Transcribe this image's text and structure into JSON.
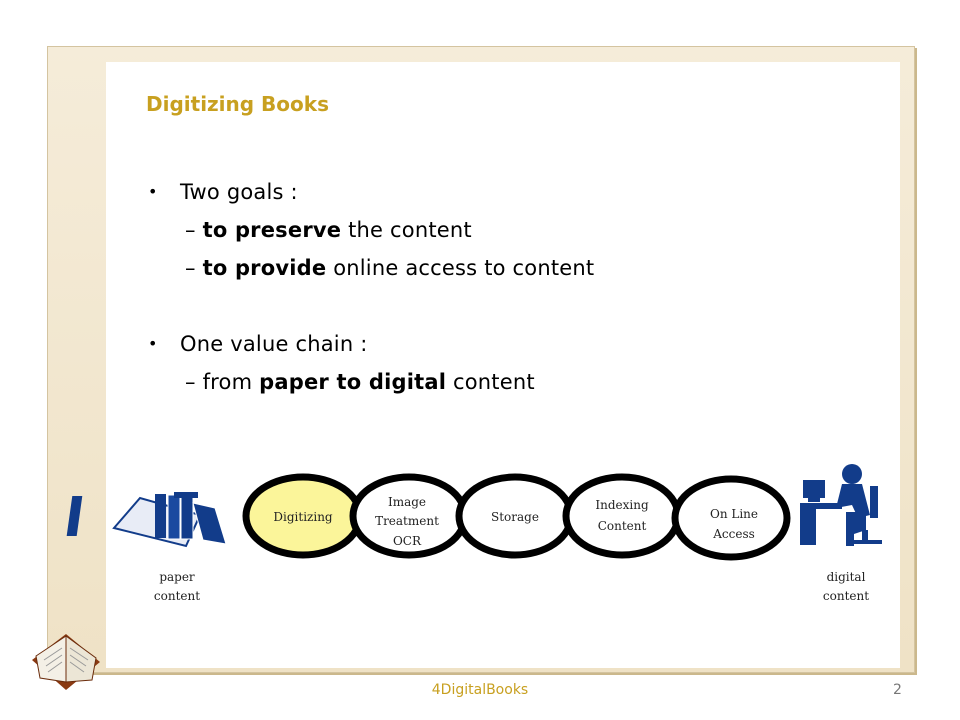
{
  "slide": {
    "title": "Digitizing Books",
    "bullets": [
      {
        "text": "Two goals :",
        "sub": [
          {
            "bold": "to preserve",
            "rest": " the content"
          },
          {
            "bold": "to provide",
            "rest": " online access to content"
          }
        ]
      },
      {
        "text": "One value chain :",
        "sub": [
          {
            "pre": "from ",
            "bold": "paper to digital",
            "rest": " content"
          }
        ]
      }
    ]
  },
  "chain": {
    "start_label": [
      "paper",
      "content"
    ],
    "end_label": [
      "digital",
      "content"
    ],
    "steps": [
      {
        "lines": [
          "Digitizing"
        ],
        "highlight": true
      },
      {
        "lines": [
          "Image",
          "Treatment",
          "OCR"
        ],
        "highlight": false
      },
      {
        "lines": [
          "Storage"
        ],
        "highlight": false
      },
      {
        "lines": [
          "Indexing",
          "Content"
        ],
        "highlight": false
      },
      {
        "lines": [
          "On Line",
          "Access"
        ],
        "highlight": false
      }
    ],
    "highlight_color": "#fbf59a"
  },
  "footer": {
    "center": "4DigitalBooks",
    "page": "2"
  },
  "colors": {
    "title": "#c8a020",
    "footer_link": "#c8a020",
    "icon_blue": "#123c8a"
  },
  "icons": [
    "books-stack-icon",
    "person-at-computer-icon",
    "open-book-icon"
  ]
}
